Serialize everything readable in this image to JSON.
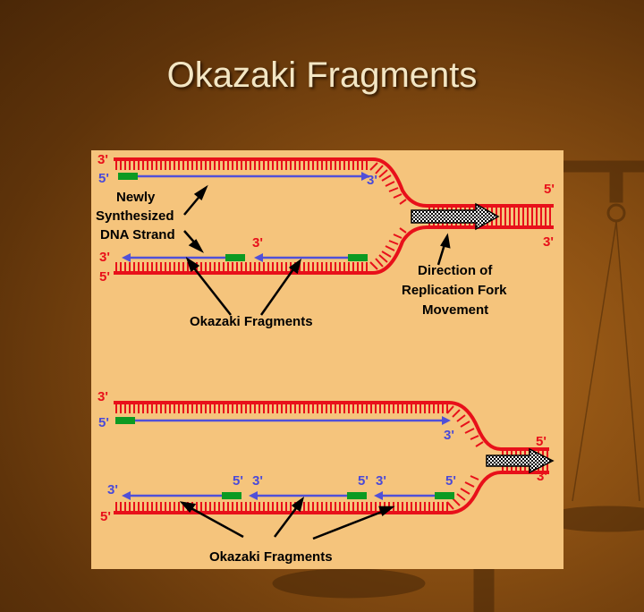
{
  "slide": {
    "title": "Okazaki Fragments"
  },
  "top_diagram": {
    "strand_end_3": "3'",
    "strand_end_5": "5'",
    "label_newly_line1": "Newly",
    "label_newly_line2": "Synthesized",
    "label_newly_line3": "DNA Strand",
    "label_direction_line1": "Direction of",
    "label_direction_line2": "Replication Fork",
    "label_direction_line3": "Movement",
    "label_okazaki": "Okazaki Fragments"
  },
  "bottom_diagram": {
    "strand_end_3": "3'",
    "strand_end_5": "5'",
    "label_okazaki": "Okazaki Fragments"
  },
  "colors": {
    "parent_strand": "#e8101a",
    "new_strand": "#5050d8",
    "primer": "#0c9a22",
    "panel_bg": "#f5c47c"
  }
}
